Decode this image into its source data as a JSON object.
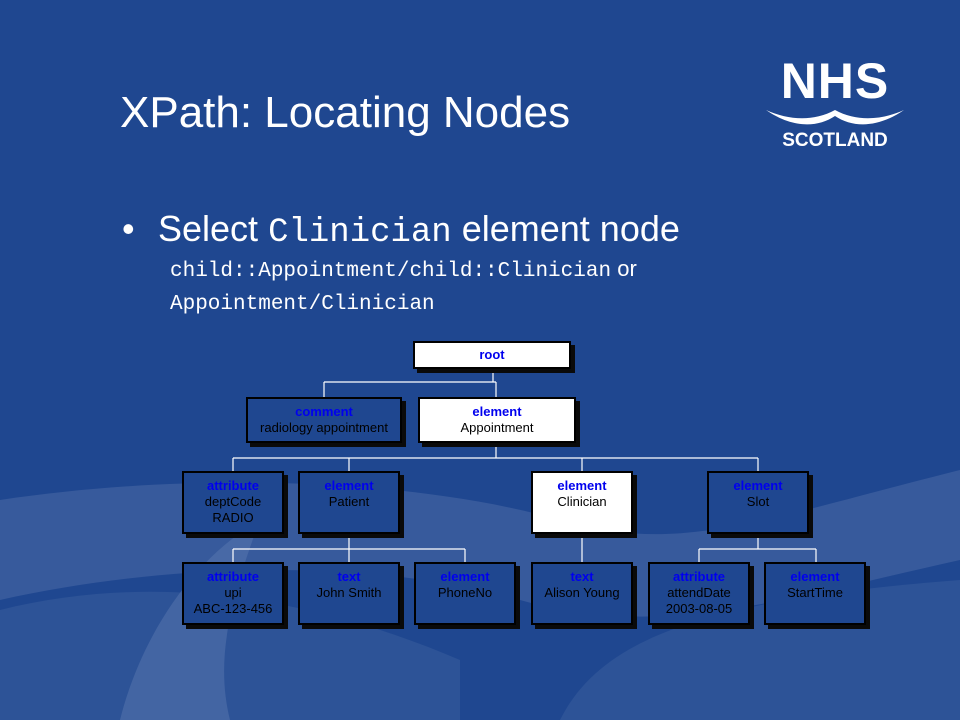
{
  "slide": {
    "title": "XPath: Locating Nodes",
    "bullet": {
      "prefix": "Select",
      "code": "Clinician",
      "suffix": "element node"
    },
    "line1": {
      "code": "child::Appointment/child::Clinician",
      "or": "or"
    },
    "line2": {
      "code": "Appointment/Clinician"
    }
  },
  "logo": {
    "top": "NHS",
    "bottom": "SCOTLAND"
  },
  "colors": {
    "background": "#1f4790",
    "highlight": "#ffffff",
    "kind_text": "#0000ee"
  },
  "tree": {
    "root": {
      "kind": "root"
    },
    "comment": {
      "kind": "comment",
      "l1": "radiology appointment"
    },
    "appointment": {
      "kind": "element",
      "l1": "Appointment"
    },
    "deptcode": {
      "kind": "attribute",
      "l1": "deptCode",
      "l2": "RADIO"
    },
    "patient": {
      "kind": "element",
      "l1": "Patient"
    },
    "clinician": {
      "kind": "element",
      "l1": "Clinician"
    },
    "slot": {
      "kind": "element",
      "l1": "Slot"
    },
    "upi": {
      "kind": "attribute",
      "l1": "upi",
      "l2": "ABC-123-456"
    },
    "johnsmith": {
      "kind": "text",
      "l1": "John Smith"
    },
    "phoneno": {
      "kind": "element",
      "l1": "PhoneNo"
    },
    "alison": {
      "kind": "text",
      "l1": "Alison Young"
    },
    "attenddate": {
      "kind": "attribute",
      "l1": "attendDate",
      "l2": "2003-08-05"
    },
    "starttime": {
      "kind": "element",
      "l1": "StartTime"
    }
  }
}
